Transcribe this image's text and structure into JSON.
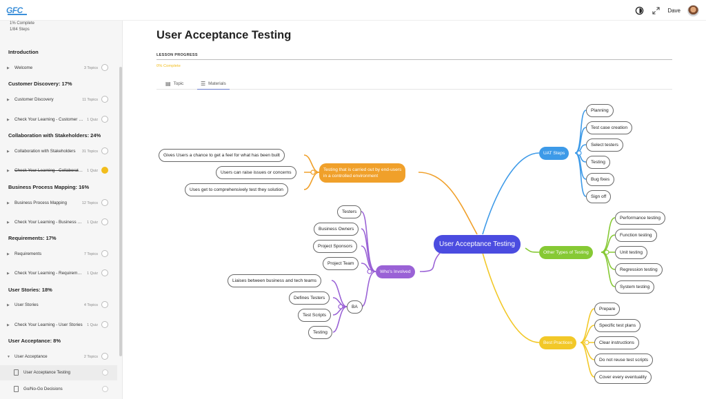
{
  "header": {
    "logo_text": "GFC",
    "user_name": "Dave",
    "icons": [
      "theme-toggle-icon",
      "expand-icon"
    ]
  },
  "sidebar": {
    "progress_pct": "1% Complete",
    "progress_steps": "1/84 Steps",
    "sections": [
      {
        "title": "Introduction"
      },
      {
        "title": "Customer Discovery: 17%"
      },
      {
        "title": "Collaboration with Stakeholders: 24%"
      },
      {
        "title": "Business Process Mapping: 16%"
      },
      {
        "title": "Requirements: 17%"
      },
      {
        "title": "User Stories: 18%"
      },
      {
        "title": "User Acceptance: 8%"
      }
    ],
    "items": [
      {
        "label": "Welcome",
        "count": "3 Topics"
      },
      {
        "label": "Customer Discovery",
        "count": "11 Topics"
      },
      {
        "label": "Check Your Learning - Customer Discovery",
        "count": "1 Quiz"
      },
      {
        "label": "Collaboration with Stakeholders",
        "count": "31 Topics"
      },
      {
        "label": "Check Your Learning - Collaboration",
        "count": "1 Quiz"
      },
      {
        "label": "Business Process Mapping",
        "count": "12 Topics"
      },
      {
        "label": "Check Your Learning - Business Process Mapping",
        "count": "1 Quiz"
      },
      {
        "label": "Requirements",
        "count": "7 Topics"
      },
      {
        "label": "Check Your Learning - Requirements",
        "count": "1 Quiz"
      },
      {
        "label": "User Stories",
        "count": "4 Topics"
      },
      {
        "label": "Check Your Learning - User Stories",
        "count": "1 Quiz"
      },
      {
        "label": "User Acceptance",
        "count": "2 Topics"
      }
    ],
    "sub_items": [
      {
        "label": "User Acceptance Testing"
      },
      {
        "label": "Go/No-Go Decisions"
      }
    ]
  },
  "main": {
    "title": "User Acceptance Testing",
    "lesson_progress_label": "LESSON PROGRESS",
    "lesson_progress_pct": "0% Complete",
    "tabs": [
      {
        "label": "Topic"
      },
      {
        "label": "Materials"
      }
    ]
  },
  "mindmap": {
    "central": "User Acceptance Testing",
    "branches": {
      "definition": {
        "label_line1": "Testing that is carried out by end-users",
        "label_line2": "in a controlled environment",
        "color": "#f0a02a",
        "leaves": [
          "Gives Users a chance to get a feel for what has been built",
          "Users can raise issues or concerns",
          "Uses get to comprehensively test they solution"
        ]
      },
      "uat_steps": {
        "label": "UAT Steps",
        "color": "#3d9ae8",
        "leaves": [
          "Planning",
          "Test case creation",
          "Select testers",
          "Testing",
          "Bug fixes",
          "Sign off"
        ]
      },
      "whos_involved": {
        "label": "Who's Involved",
        "color": "#9a62d6",
        "leaves": [
          "Testers",
          "Business Owners",
          "Project Sponsors",
          "Project Team"
        ],
        "ba": {
          "label": "BA",
          "leaves": [
            "Liaises between business and tech teams",
            "Defines Testers",
            "Test Scripts",
            "Testing"
          ]
        }
      },
      "other_types": {
        "label": "Other Types of Testing",
        "color": "#86c934",
        "leaves": [
          "Performance testing",
          "Function testing",
          "Unit testing",
          "Regression testing",
          "System testing"
        ]
      },
      "best_practices": {
        "label": "Best Practices",
        "color": "#f2c828",
        "leaves": [
          "Prepare",
          "Specific test plans",
          "Clear instructions",
          "Do not reuse test scripts",
          "Cover every eventuality"
        ]
      }
    }
  }
}
